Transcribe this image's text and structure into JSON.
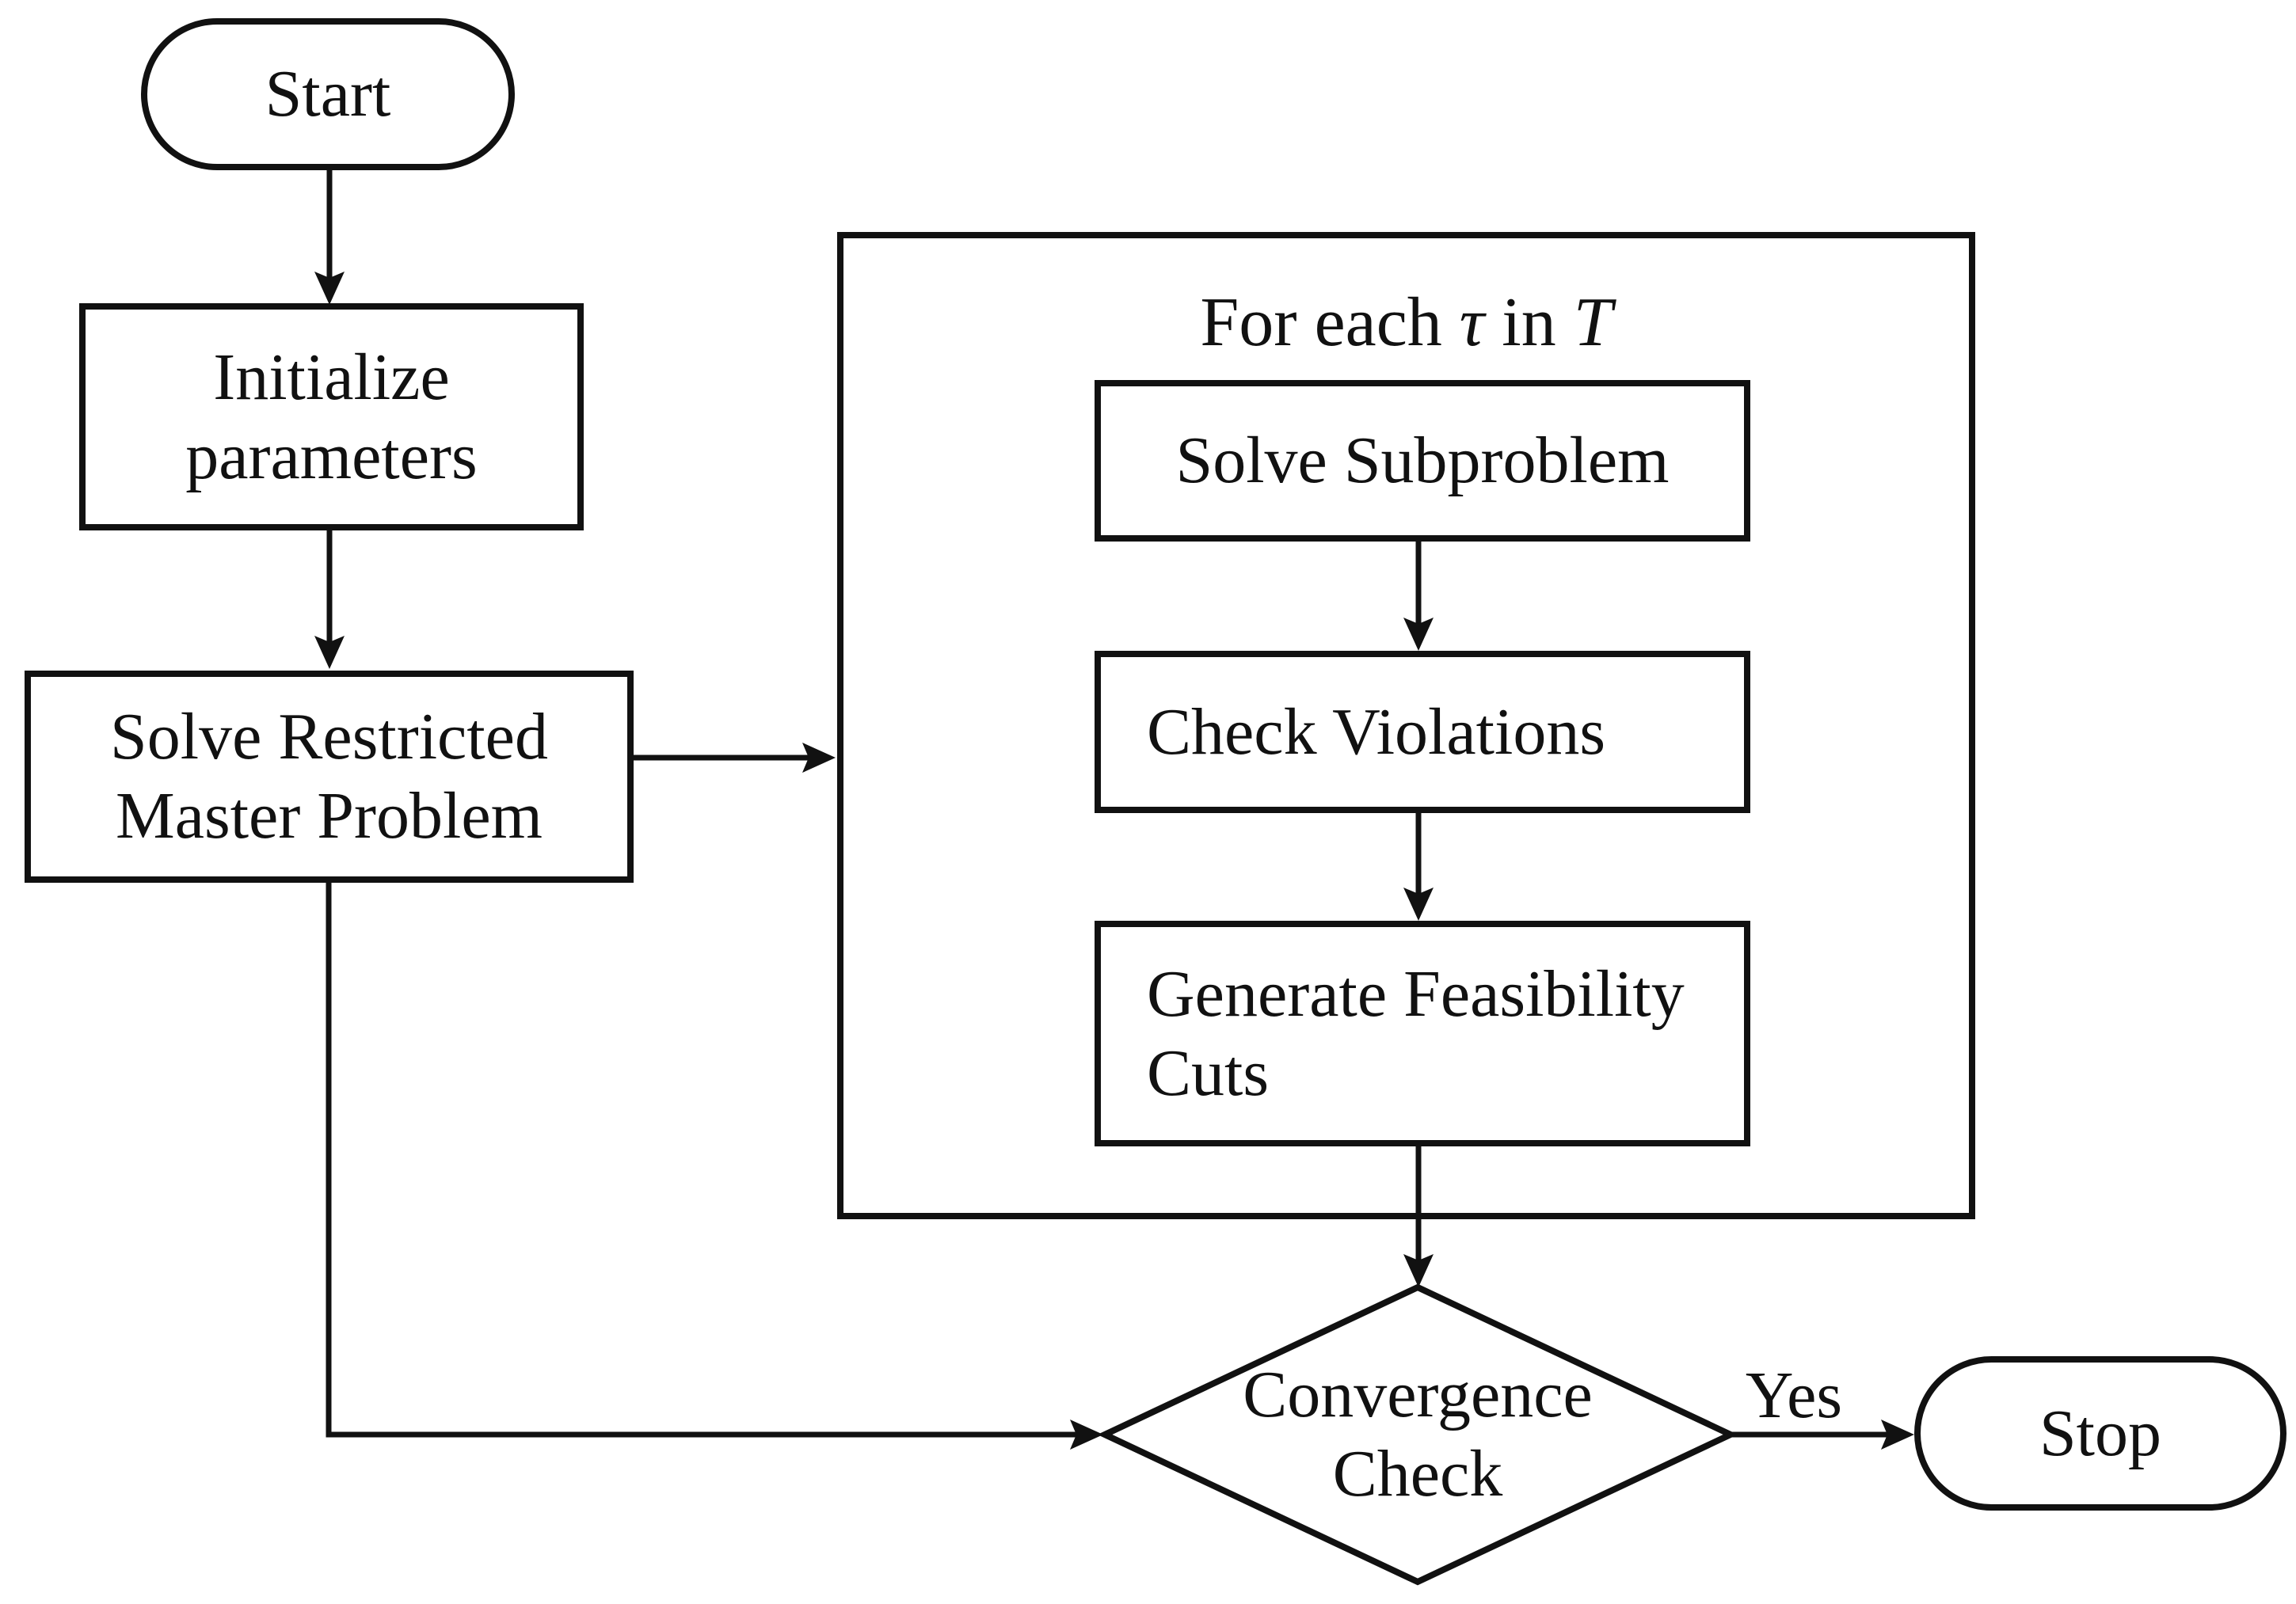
{
  "diagram": {
    "background": "#ffffff",
    "stroke_color": "#111111",
    "text_color": "#111111",
    "nodes": {
      "start": {
        "shape": "stadium",
        "label": "Start"
      },
      "initialize": {
        "shape": "rect",
        "lines": [
          "Initialize",
          "parameters"
        ]
      },
      "master": {
        "shape": "rect",
        "lines": [
          "Solve Restricted",
          "Master Problem"
        ]
      },
      "loop": {
        "shape": "group",
        "title": {
          "prefix": "For each ",
          "tau": "τ",
          "infix": " in ",
          "set": "T"
        }
      },
      "solve_subproblem": {
        "shape": "rect",
        "label": "Solve Subproblem"
      },
      "check_violations": {
        "shape": "rect",
        "label": "Check Violations"
      },
      "generate_cuts": {
        "shape": "rect",
        "lines": [
          "Generate Feasibility",
          "Cuts"
        ]
      },
      "convergence": {
        "shape": "diamond",
        "lines": [
          "Convergence",
          "Check"
        ]
      },
      "stop": {
        "shape": "stadium",
        "label": "Stop"
      }
    },
    "edges": {
      "yes_label": "Yes"
    }
  }
}
